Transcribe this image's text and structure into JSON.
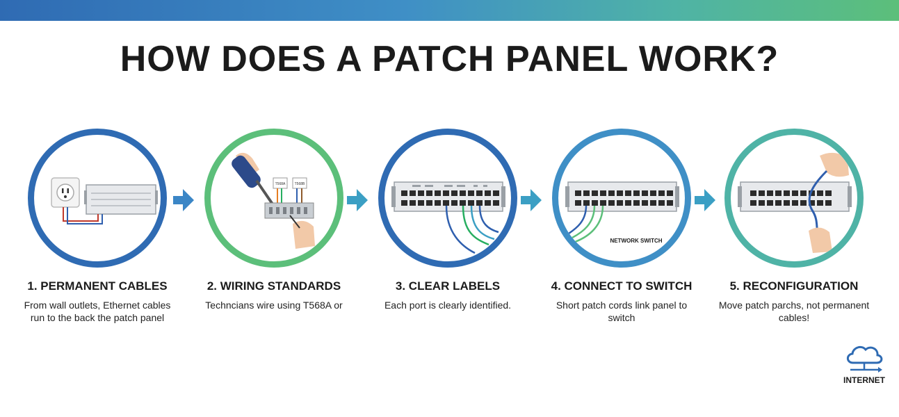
{
  "title": "HOW DOES A PATCH PANEL WORK?",
  "colors": {
    "blue": "#2f6bb3",
    "mid_blue": "#3f8fc6",
    "green": "#5cbf7a",
    "teal": "#4fb3a6"
  },
  "steps": [
    {
      "title": "1. PERMANENT CABLES",
      "description": "From wall outlets, Ethernet cables run to the back the patch panel",
      "icon": "wall-outlet-to-patch-panel-icon"
    },
    {
      "title": "2. WIRING STANDARDS",
      "description": "Techncians wire using T568A  or",
      "icon": "punch-down-tool-icon",
      "badges": [
        "T568A",
        "T568B"
      ]
    },
    {
      "title": "3. CLEAR LABELS",
      "description": "Each port is clearly identified.",
      "icon": "labeled-patch-panel-icon"
    },
    {
      "title": "4. CONNECT TO SWITCH",
      "description": "Short patch cords link panel to switch",
      "icon": "patch-panel-to-switch-icon",
      "illustration_label": "NETWORK SWITCH"
    },
    {
      "title": "5. RECONFIGURATION",
      "description": "Move patch parchs, not permanent cables!",
      "icon": "hands-moving-patch-cord-icon"
    }
  ],
  "internet": {
    "label": "INTERNET",
    "icon": "cloud-icon"
  }
}
